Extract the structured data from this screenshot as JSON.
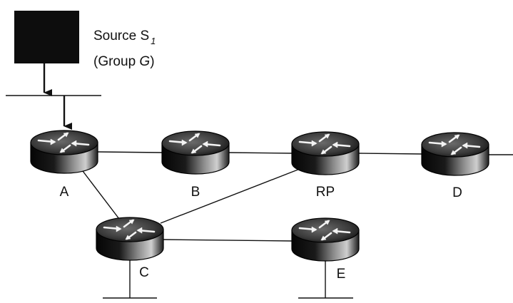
{
  "source": {
    "label_prefix": "Source S",
    "label_sub": "1",
    "group_open": "(Group ",
    "group_name": "G",
    "group_close": ")"
  },
  "routers": [
    {
      "id": "A",
      "label": "A"
    },
    {
      "id": "B",
      "label": "B"
    },
    {
      "id": "RP",
      "label": "RP"
    },
    {
      "id": "D",
      "label": "D"
    },
    {
      "id": "C",
      "label": "C"
    },
    {
      "id": "E",
      "label": "E"
    }
  ],
  "links": [
    [
      "A",
      "B"
    ],
    [
      "B",
      "RP"
    ],
    [
      "RP",
      "D"
    ],
    [
      "A",
      "C"
    ],
    [
      "C",
      "RP"
    ],
    [
      "C",
      "E"
    ]
  ],
  "colors": {
    "line": "#111111",
    "source_box": "#0d0d0d",
    "router_top": "#4a4a4a",
    "router_side_dark": "#050505",
    "router_side_light": "#c8c8c8",
    "arrow": "#f4f4f4"
  }
}
